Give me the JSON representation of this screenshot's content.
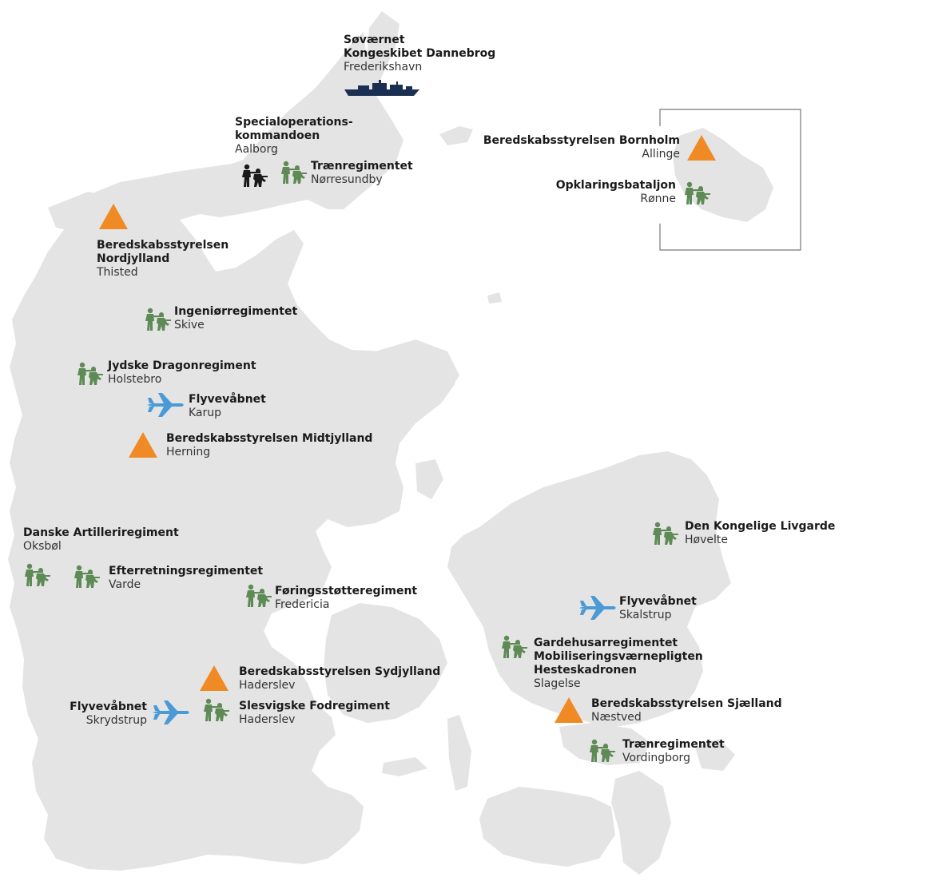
{
  "colors": {
    "land": "#e4e4e4",
    "army": "#5e8a55",
    "special": "#1a1a1a",
    "navy": "#1b2f52",
    "airforce": "#4a9ad8",
    "emergency": "#f08a24"
  },
  "icons": {
    "army": "soldiers-icon",
    "special": "special-forces-icon",
    "navy": "warship-icon",
    "airforce": "fighter-jet-icon",
    "emergency": "triangle-icon"
  },
  "locations": [
    {
      "id": "soevaernet",
      "lines": [
        "Søværnet",
        "Kongeskibet Dannebrog"
      ],
      "place": "Frederikshavn"
    },
    {
      "id": "sok",
      "lines": [
        "Specialoperations-",
        "kommandoen"
      ],
      "place": "Aalborg"
    },
    {
      "id": "traen-n",
      "lines": [
        "Trænregimentet"
      ],
      "place": "Nørresundby"
    },
    {
      "id": "brs-bornholm",
      "lines": [
        "Beredskabsstyrelsen Bornholm"
      ],
      "place": "Allinge"
    },
    {
      "id": "opklaring",
      "lines": [
        "Opklaringsbataljon"
      ],
      "place": "Rønne"
    },
    {
      "id": "brs-nordjylland",
      "lines": [
        "Beredskabsstyrelsen",
        "Nordjylland"
      ],
      "place": "Thisted"
    },
    {
      "id": "ingenioer",
      "lines": [
        "Ingeniørregimentet"
      ],
      "place": "Skive"
    },
    {
      "id": "dragon",
      "lines": [
        "Jydske Dragonregiment"
      ],
      "place": "Holstebro"
    },
    {
      "id": "fly-karup",
      "lines": [
        "Flyvevåbnet"
      ],
      "place": "Karup"
    },
    {
      "id": "brs-midt",
      "lines": [
        "Beredskabsstyrelsen Midtjylland"
      ],
      "place": "Herning"
    },
    {
      "id": "artilleri",
      "lines": [
        "Danske Artilleriregiment"
      ],
      "place": "Oksbøl"
    },
    {
      "id": "efterretning",
      "lines": [
        "Efterretningsregimentet"
      ],
      "place": "Varde"
    },
    {
      "id": "foering",
      "lines": [
        "Føringsstøtteregiment"
      ],
      "place": "Fredericia"
    },
    {
      "id": "livgarde",
      "lines": [
        "Den Kongelige Livgarde"
      ],
      "place": "Høvelte"
    },
    {
      "id": "fly-skalstrup",
      "lines": [
        "Flyvevåbnet"
      ],
      "place": "Skalstrup"
    },
    {
      "id": "garde",
      "lines": [
        "Gardehusarregimentet",
        "Mobiliseringsværnepligten",
        "Hesteskadronen"
      ],
      "place": "Slagelse"
    },
    {
      "id": "brs-syd",
      "lines": [
        "Beredskabsstyrelsen Sydjylland"
      ],
      "place": "Haderslev"
    },
    {
      "id": "fly-skryd",
      "lines": [
        "Flyvevåbnet"
      ],
      "place": "Skrydstrup"
    },
    {
      "id": "slesvig",
      "lines": [
        "Slesvigske Fodregiment"
      ],
      "place": "Haderslev"
    },
    {
      "id": "brs-sjaelland",
      "lines": [
        "Beredskabsstyrelsen Sjælland"
      ],
      "place": "Næstved"
    },
    {
      "id": "traen-v",
      "lines": [
        "Trænregimentet"
      ],
      "place": "Vordingborg"
    }
  ]
}
